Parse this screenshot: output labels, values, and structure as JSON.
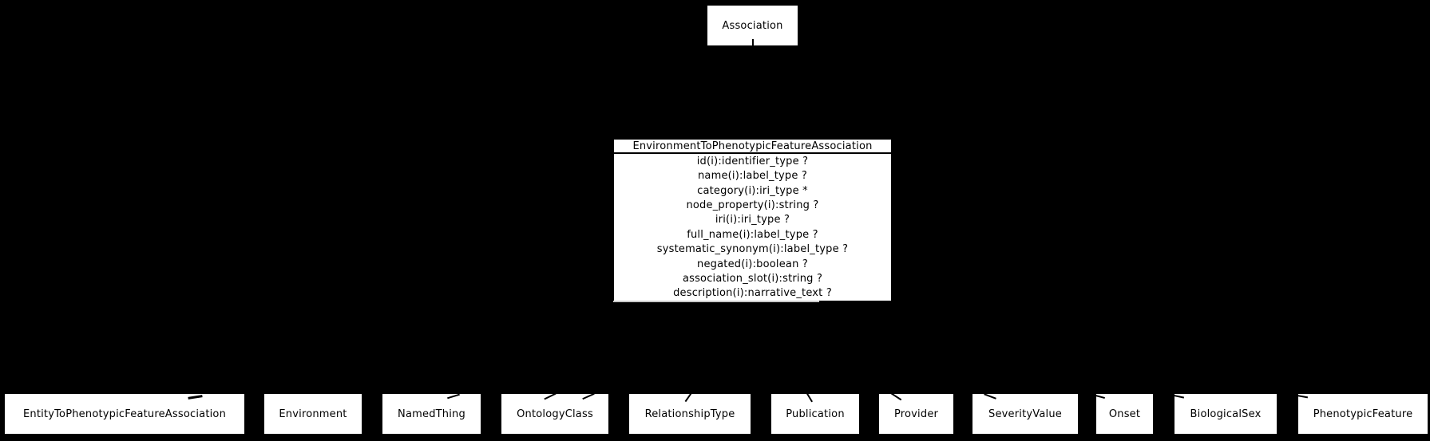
{
  "diagram": {
    "type": "uml-class-diagram",
    "colors": {
      "background": "#000000",
      "box_fill": "#ffffff",
      "box_border": "#000000",
      "text": "#000000"
    },
    "parent_class": {
      "label": "Association"
    },
    "main_class": {
      "name": "EnvironmentToPhenotypicFeatureAssociation",
      "attributes": [
        "id(i):identifier_type ?",
        "name(i):label_type ?",
        "category(i):iri_type *",
        "node_property(i):string ?",
        "iri(i):iri_type ?",
        "full_name(i):label_type ?",
        "systematic_synonym(i):label_type ?",
        "negated(i):boolean ?",
        "association_slot(i):string ?",
        "description(i):narrative_text ?"
      ]
    },
    "related_classes": [
      {
        "label": "EntityToPhenotypicFeatureAssociation"
      },
      {
        "label": "Environment"
      },
      {
        "label": "NamedThing"
      },
      {
        "label": "OntologyClass"
      },
      {
        "label": "RelationshipType"
      },
      {
        "label": "Publication"
      },
      {
        "label": "Provider"
      },
      {
        "label": "SeverityValue"
      },
      {
        "label": "Onset"
      },
      {
        "label": "BiologicalSex"
      },
      {
        "label": "PhenotypicFeature"
      }
    ]
  }
}
